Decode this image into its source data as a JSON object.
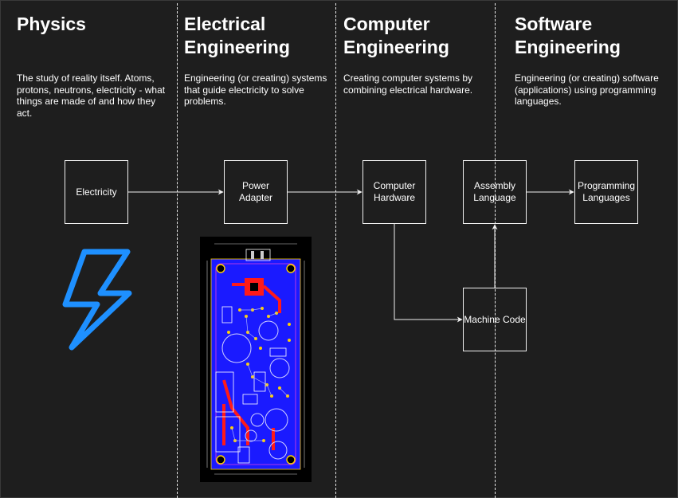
{
  "columns": [
    {
      "title": "Physics",
      "description": "The study of reality itself. Atoms, protons, neutrons, electricity - what things are made of and how they act."
    },
    {
      "title": "Electrical Engineering",
      "description": "Engineering (or creating) systems that guide electricity to solve problems."
    },
    {
      "title": "Computer Engineering",
      "description": "Creating computer systems by combining electrical hardware."
    },
    {
      "title": "Software Engineering",
      "description": "Engineering (or creating) software (applications) using programming languages."
    }
  ],
  "nodes": {
    "electricity": "Electricity",
    "power_adapter": "Power Adapter",
    "computer_hardware": "Computer Hardware",
    "assembly_language": "Assembly Language",
    "programming_languages": "Programming Languages",
    "machine_code": "Machine Code"
  },
  "edges": [
    [
      "Electricity",
      "Power Adapter"
    ],
    [
      "Power Adapter",
      "Computer Hardware"
    ],
    [
      "Computer Hardware",
      "Machine Code"
    ],
    [
      "Machine Code",
      "Assembly Language"
    ],
    [
      "Assembly Language",
      "Programming Languages"
    ]
  ],
  "images": {
    "lightning": {
      "icon": "lightning-bolt-icon",
      "color": "#1e90ff"
    },
    "pcb": {
      "description_icon": "circuit-board-image",
      "board_color": "#1a1aff",
      "trace_color": "#ff1a1a"
    }
  },
  "colors": {
    "background": "#1e1e1e",
    "stroke": "#f0f0f0",
    "text": "#ffffff"
  }
}
